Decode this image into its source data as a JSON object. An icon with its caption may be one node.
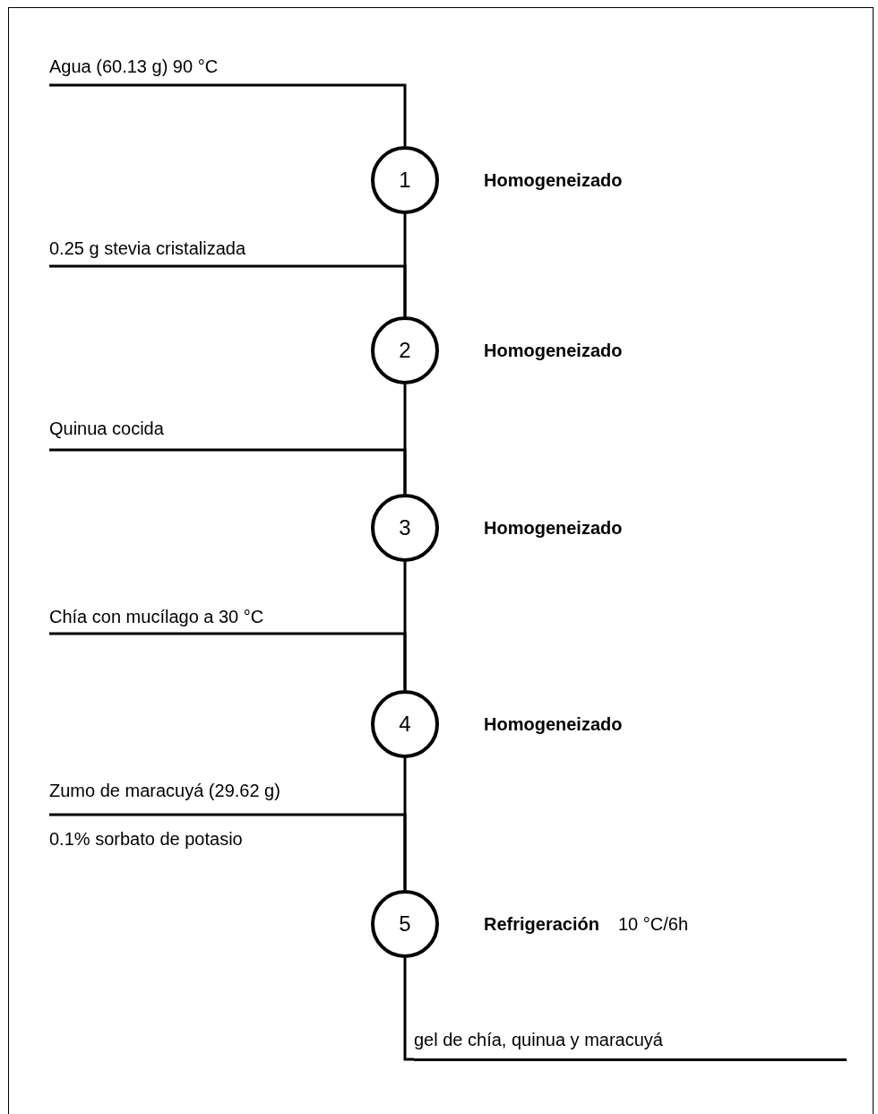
{
  "diagram": {
    "nodes": [
      {
        "text": [
          "Agua (60.13 g) 90 °C"
        ]
      },
      {
        "text": [
          "1"
        ],
        "beside": [
          "Homogeneizado"
        ]
      },
      {
        "text": [
          "0.25 g stevia cristalizada"
        ]
      },
      {
        "text": [
          "2"
        ],
        "beside": [
          "Homogeneizado"
        ]
      },
      {
        "text": [
          "Quinua cocida"
        ]
      },
      {
        "text": [
          "3"
        ],
        "beside": [
          "Homogeneizado"
        ]
      },
      {
        "text": [
          "Chía con mucílago a 30 °C"
        ]
      },
      {
        "text": [
          "4"
        ],
        "beside": [
          "Homogeneizado"
        ]
      },
      {
        "text": [
          "Zumo de maracuyá (29.62 g)",
          "0.1% sorbato de potasio"
        ]
      },
      {
        "text": [
          "5"
        ],
        "beside": [
          "Refrigeración",
          "10 °C/6h"
        ]
      },
      {
        "text": [
          "gel de chía, quinua y maracuyá"
        ]
      }
    ],
    "edges": [
      {
        "from": 0,
        "to": 1,
        "arrow": "none"
      },
      {
        "from": 1,
        "to": 3,
        "arrow": "none"
      },
      {
        "from": 2,
        "to": 3,
        "arrow": "none"
      },
      {
        "from": 3,
        "to": 5,
        "arrow": "none"
      },
      {
        "from": 4,
        "to": 5,
        "arrow": "none"
      },
      {
        "from": 5,
        "to": 7,
        "arrow": "none"
      },
      {
        "from": 6,
        "to": 7,
        "arrow": "none"
      },
      {
        "from": 7,
        "to": 9,
        "arrow": "none"
      },
      {
        "from": 8,
        "to": 9,
        "arrow": "none"
      },
      {
        "from": 9,
        "to": 10,
        "arrow": "none"
      }
    ]
  }
}
